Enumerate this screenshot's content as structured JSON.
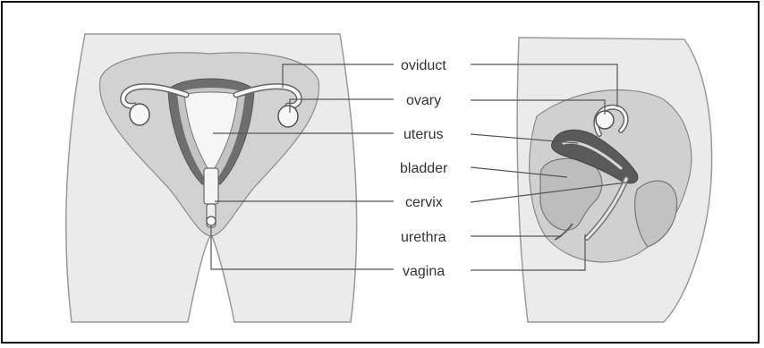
{
  "labels": {
    "oviduct": "oviduct",
    "ovary": "ovary",
    "uterus": "uterus",
    "bladder": "bladder",
    "cervix": "cervix",
    "urethra": "urethra",
    "vagina": "vagina"
  },
  "colors": {
    "body_fill": "#ebebeb",
    "organ_region": "#d2d2d2",
    "organ_mid": "#c4c4c4",
    "uterine_wall": "#707070",
    "line": "#555555",
    "frame": "#111111"
  }
}
